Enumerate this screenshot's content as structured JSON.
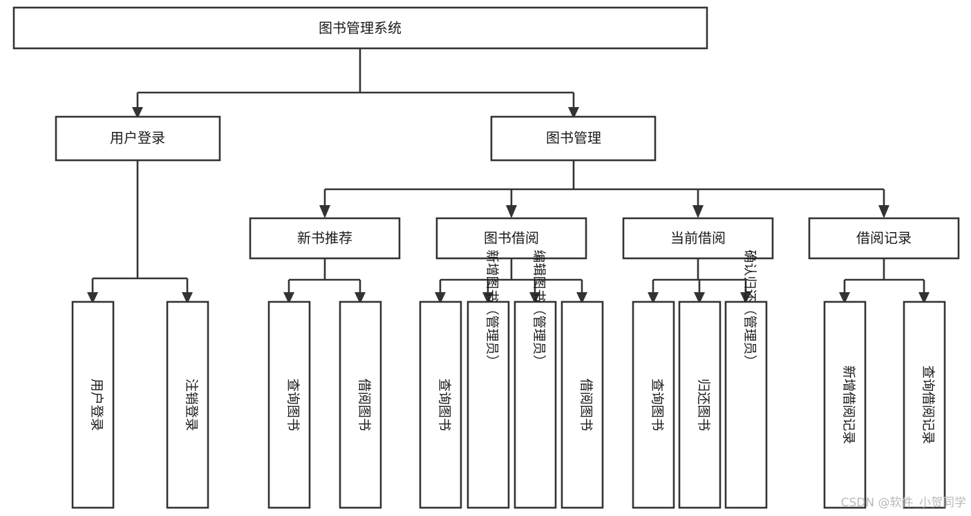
{
  "diagram": {
    "title": "图书管理系统",
    "type": "tree-hierarchy-diagram",
    "orientation": "top-down",
    "colors": {
      "box_stroke": "#333333",
      "box_fill": "#ffffff",
      "text": "#1a1a1a",
      "background": "#ffffff",
      "watermark": "#b9b9b9"
    },
    "levels": [
      {
        "level": 1,
        "nodes": [
          {
            "id": "root",
            "label": "图书管理系统",
            "orientation": "horizontal"
          }
        ]
      },
      {
        "level": 2,
        "nodes": [
          {
            "id": "user-login",
            "label": "用户登录",
            "orientation": "horizontal",
            "parent": "root"
          },
          {
            "id": "book-manage",
            "label": "图书管理",
            "orientation": "horizontal",
            "parent": "root"
          }
        ]
      },
      {
        "level": 3,
        "nodes": [
          {
            "id": "new-book-rec",
            "label": "新书推荐",
            "orientation": "horizontal",
            "parent": "book-manage"
          },
          {
            "id": "book-borrow",
            "label": "图书借阅",
            "orientation": "horizontal",
            "parent": "book-manage"
          },
          {
            "id": "current-borrow",
            "label": "当前借阅",
            "orientation": "horizontal",
            "parent": "book-manage"
          },
          {
            "id": "borrow-record",
            "label": "借阅记录",
            "orientation": "horizontal",
            "parent": "book-manage"
          }
        ]
      },
      {
        "level": 4,
        "nodes": [
          {
            "id": "leaf-user-login",
            "label": "用户登录",
            "orientation": "vertical",
            "parent": "user-login"
          },
          {
            "id": "leaf-user-logout",
            "label": "注销登录",
            "orientation": "vertical",
            "parent": "user-login"
          },
          {
            "id": "leaf-query-book-1",
            "label": "查询图书",
            "orientation": "vertical",
            "parent": "new-book-rec"
          },
          {
            "id": "leaf-borrow-book-1",
            "label": "借阅图书",
            "orientation": "vertical",
            "parent": "new-book-rec"
          },
          {
            "id": "leaf-query-book-2",
            "label": "查询图书",
            "orientation": "vertical",
            "parent": "book-borrow"
          },
          {
            "id": "leaf-add-book",
            "label": "新增图书（管理员）",
            "orientation": "vertical",
            "parent": "book-borrow"
          },
          {
            "id": "leaf-edit-book",
            "label": "编辑图书（管理员）",
            "orientation": "vertical",
            "parent": "book-borrow"
          },
          {
            "id": "leaf-borrow-book-2",
            "label": "借阅图书",
            "orientation": "vertical",
            "parent": "book-borrow"
          },
          {
            "id": "leaf-query-book-3",
            "label": "查询图书",
            "orientation": "vertical",
            "parent": "current-borrow"
          },
          {
            "id": "leaf-return-book",
            "label": "归还图书",
            "orientation": "vertical",
            "parent": "current-borrow"
          },
          {
            "id": "leaf-confirm-return",
            "label": "确认归还（管理员）",
            "orientation": "vertical",
            "parent": "current-borrow"
          },
          {
            "id": "leaf-add-record",
            "label": "新增借阅记录",
            "orientation": "vertical",
            "parent": "borrow-record"
          },
          {
            "id": "leaf-query-record",
            "label": "查询借阅记录",
            "orientation": "vertical",
            "parent": "borrow-record"
          }
        ]
      }
    ]
  },
  "watermark": {
    "text": "CSDN @软件_小贺同学"
  }
}
